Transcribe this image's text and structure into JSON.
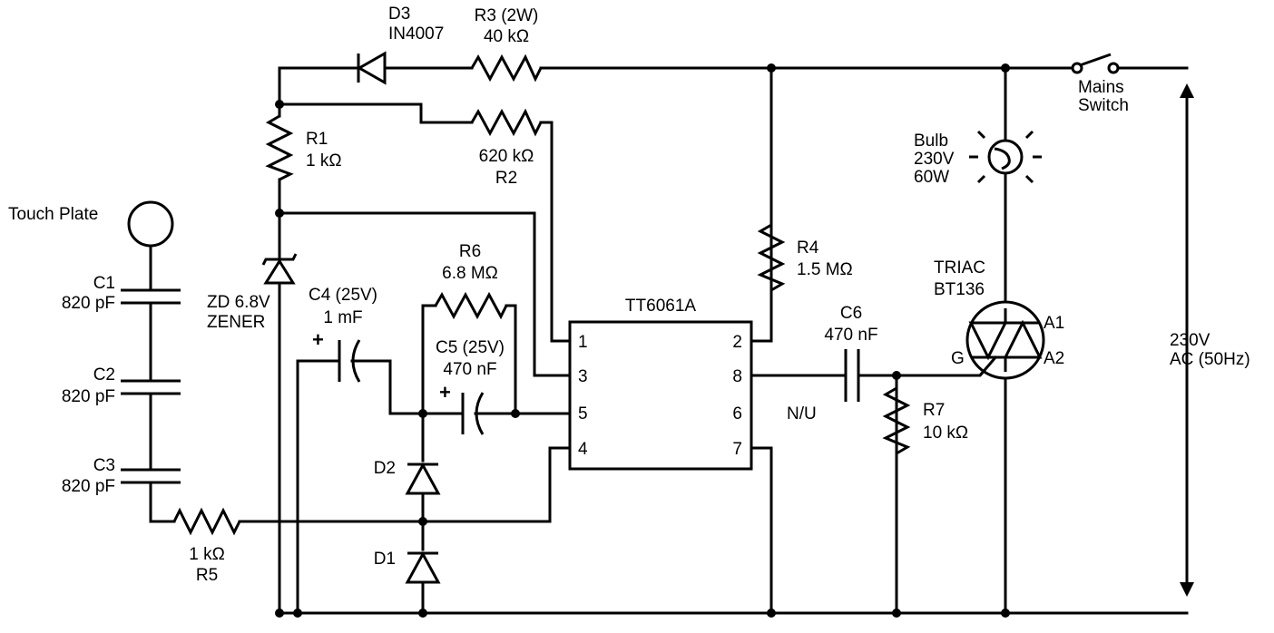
{
  "labels": {
    "touch_plate": "Touch Plate",
    "c1_name": "C1",
    "c1_value": "820 pF",
    "c2_name": "C2",
    "c2_value": "820 pF",
    "c3_name": "C3",
    "c3_value": "820 pF",
    "r5_value": "1 kΩ",
    "r5_name": "R5",
    "d3_name": "D3",
    "d3_value": "IN4007",
    "r3_name": "R3 (2W)",
    "r3_value": "40 kΩ",
    "r1_name": "R1",
    "r1_value": "1 kΩ",
    "r2_value": "620 kΩ",
    "r2_name": "R2",
    "zd_name": "ZD 6.8V",
    "zd_type": "ZENER",
    "c4_name": "C4 (25V)",
    "c4_value": "1 mF",
    "c4_plus": "+",
    "r6_name": "R6",
    "r6_value": "6.8 MΩ",
    "c5_name": "C5 (25V)",
    "c5_value": "470 nF",
    "c5_plus": "+",
    "d2_name": "D2",
    "d1_name": "D1",
    "ic_name": "TT6061A",
    "pin1": "1",
    "pin3": "3",
    "pin5": "5",
    "pin4": "4",
    "pin2": "2",
    "pin8": "8",
    "pin6": "6",
    "pin7": "7",
    "nu": "N/U",
    "r4_name": "R4",
    "r4_value": "1.5 MΩ",
    "c6_name": "C6",
    "c6_value": "470 nF",
    "r7_name": "R7",
    "r7_value": "10 kΩ",
    "triac_name": "TRIAC",
    "triac_part": "BT136",
    "a1": "A1",
    "a2": "A2",
    "g": "G",
    "bulb_l1": "Bulb",
    "bulb_l2": "230V",
    "bulb_l3": "60W",
    "switch_l1": "Mains",
    "switch_l2": "Switch",
    "ac_l1": "230V",
    "ac_l2": "AC (50Hz)"
  }
}
